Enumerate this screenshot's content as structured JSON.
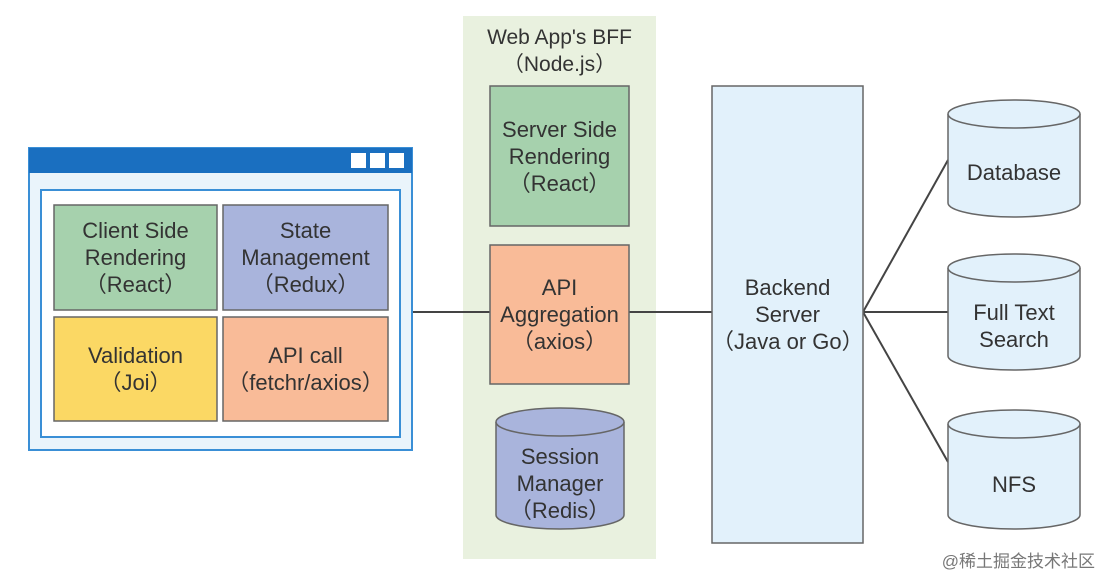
{
  "colors": {
    "window_border": "#3a8fd6",
    "window_titlebar": "#1a6fc0",
    "window_fill": "#eaf4fb",
    "green": "#a6d1ad",
    "purple": "#a9b4dc",
    "yellow": "#fbd864",
    "orange": "#f9bb98",
    "bff_bg": "#e9f1df",
    "backend_fill": "#e2f1fb",
    "cylinder_fill": "#e2f1fb",
    "redis_fill": "#a9b4dc",
    "connector": "#444444"
  },
  "client_window": {
    "cells": [
      {
        "lines": [
          "Client Side",
          "Rendering",
          "（React）"
        ]
      },
      {
        "lines": [
          "State",
          "Management",
          "（Redux）"
        ]
      },
      {
        "lines": [
          "Validation",
          "（Joi）"
        ]
      },
      {
        "lines": [
          "API call",
          "（fetchr/axios）"
        ]
      }
    ]
  },
  "bff": {
    "title": [
      "Web App's BFF",
      "（Node.js）"
    ],
    "ssr": [
      "Server Side",
      "Rendering",
      "（React）"
    ],
    "api": [
      "API",
      "Aggregation",
      "（axios）"
    ],
    "session": [
      "Session",
      "Manager",
      "（Redis）"
    ]
  },
  "backend": {
    "lines": [
      "Backend",
      "Server",
      "（Java or Go）"
    ]
  },
  "stores": [
    {
      "lines": [
        "Database"
      ]
    },
    {
      "lines": [
        "Full Text",
        "Search"
      ]
    },
    {
      "lines": [
        "NFS"
      ]
    }
  ],
  "watermark": "@稀土掘金技术社区"
}
